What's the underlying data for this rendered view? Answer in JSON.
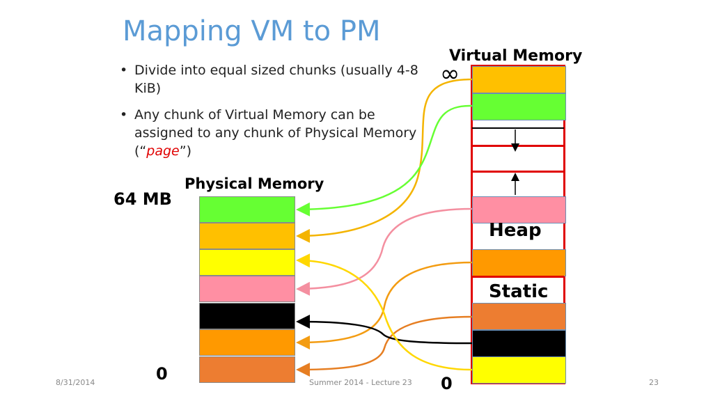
{
  "slide": {
    "title": "Mapping VM to PM",
    "bullets": {
      "b1": "Divide into equal sized chunks (usually 4-8 KiB)",
      "b2_pre": "Any chunk of Virtual Memory can be assigned to any chunk of Physical Memory (“",
      "b2_em": "page",
      "b2_post": "”)"
    }
  },
  "physical_memory": {
    "label": "Physical Memory",
    "top_label": "64 MB",
    "bottom_label": "0",
    "blocks": [
      {
        "color": "#66ff33"
      },
      {
        "color": "#ffc000"
      },
      {
        "color": "#ffff00"
      },
      {
        "color": "#ff8fa3"
      },
      {
        "color": "#000000"
      },
      {
        "color": "#ff9900"
      },
      {
        "color": "#ed7d31"
      }
    ]
  },
  "virtual_memory": {
    "label": "Virtual Memory",
    "top_label": "∞",
    "bottom_label": "0",
    "heap_label": "Heap",
    "static_label": "Static",
    "frame_color": "#e00000"
  },
  "footer": {
    "date": "8/31/2014",
    "course": "Summer 2014 - Lecture 23",
    "page": "23"
  }
}
